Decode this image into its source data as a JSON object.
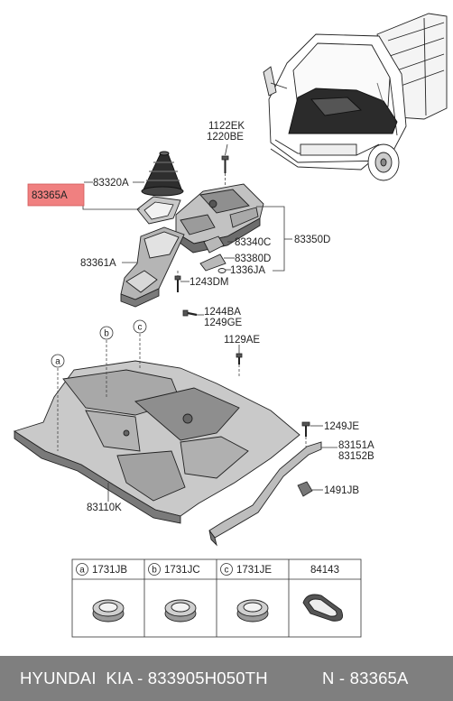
{
  "callouts": {
    "c1122EK": "1122EK",
    "c1220BE": "1220BE",
    "c83320A": "83320A",
    "c83365A": "83365A",
    "c83340C": "83340C",
    "c83350D": "83350D",
    "c83380D": "83380D",
    "c1336JA": "1336JA",
    "c83361A": "83361A",
    "c1243DM": "1243DM",
    "c1244BA": "1244BA",
    "c1249GE": "1249GE",
    "c1129AE": "1129AE",
    "c1249JE": "1249JE",
    "c83151A": "83151A",
    "c83152B": "83152B",
    "c1491JB": "1491JB",
    "c83110K": "83110K"
  },
  "markers": {
    "a": "a",
    "b": "b",
    "c": "c"
  },
  "legend": [
    {
      "marker": "a",
      "part": "1731JB"
    },
    {
      "marker": "b",
      "part": "1731JC"
    },
    {
      "marker": "c",
      "part": "1731JE"
    },
    {
      "marker": "",
      "part": "84143"
    }
  ],
  "highlight_color": "#f08080",
  "footer": {
    "left": "HYUNDAI  KIA - 833905H050TH",
    "right": "N - 83365A"
  }
}
